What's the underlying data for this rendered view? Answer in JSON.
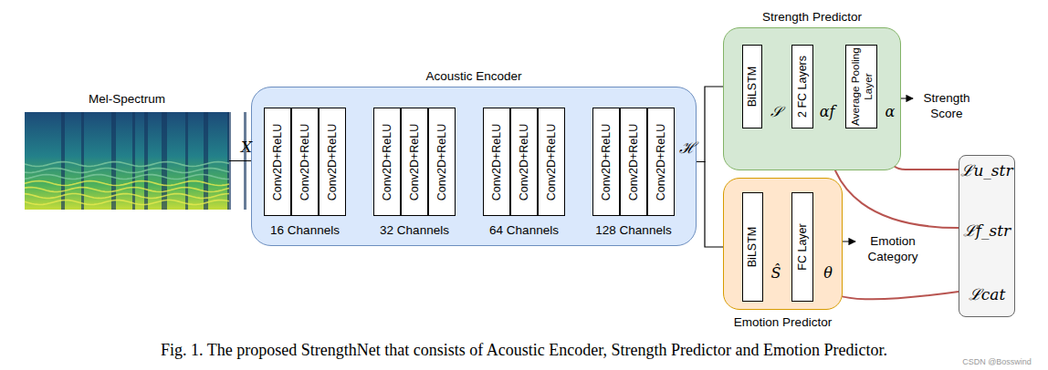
{
  "diagram": {
    "caption": "Fig. 1. The proposed StrengthNet that consists of Acoustic Encoder, Strength Predictor and Emotion Predictor.",
    "nodes": [
      {
        "text": [
          "Mel-Spectrum"
        ]
      },
      {
        "text": [
          "Acoustic Encoder"
        ]
      },
      {
        "text": [
          "16 Channels"
        ],
        "in": 1
      },
      {
        "text": [
          "Conv2D+ReLU"
        ],
        "in": 2
      },
      {
        "text": [
          "Conv2D+ReLU"
        ],
        "in": 2
      },
      {
        "text": [
          "Conv2D+ReLU"
        ],
        "in": 2
      },
      {
        "text": [
          "32 Channels"
        ],
        "in": 1
      },
      {
        "text": [
          "Conv2D+ReLU"
        ],
        "in": 6
      },
      {
        "text": [
          "Conv2D+ReLU"
        ],
        "in": 6
      },
      {
        "text": [
          "Conv2D+ReLU"
        ],
        "in": 6
      },
      {
        "text": [
          "64 Channels"
        ],
        "in": 1
      },
      {
        "text": [
          "Conv2D+ReLU"
        ],
        "in": 10
      },
      {
        "text": [
          "Conv2D+ReLU"
        ],
        "in": 10
      },
      {
        "text": [
          "Conv2D+ReLU"
        ],
        "in": 10
      },
      {
        "text": [
          "128 Channels"
        ],
        "in": 1
      },
      {
        "text": [
          "Conv2D+ReLU"
        ],
        "in": 14
      },
      {
        "text": [
          "Conv2D+ReLU"
        ],
        "in": 14
      },
      {
        "text": [
          "Conv2D+ReLU"
        ],
        "in": 14
      },
      {
        "text": [
          "Strength Predictor"
        ]
      },
      {
        "text": [
          "BiLSTM"
        ],
        "in": 18
      },
      {
        "text": [
          "2 FC Layers"
        ],
        "in": 18
      },
      {
        "text": [
          "Average Pooling Layer"
        ],
        "in": 18
      },
      {
        "text": [
          "Emotion Predictor"
        ]
      },
      {
        "text": [
          "BiLSTM"
        ],
        "in": 22
      },
      {
        "text": [
          "FC Layer"
        ],
        "in": 22
      },
      {
        "text": [
          "ℒu_str",
          "ℒf_str",
          "ℒcat"
        ]
      }
    ],
    "edges": [
      {
        "from": 0,
        "to": 2,
        "arrow": "to",
        "label": "X"
      },
      {
        "from": 2,
        "to": 6,
        "arrow": "to"
      },
      {
        "from": 6,
        "to": 10,
        "arrow": "to"
      },
      {
        "from": 10,
        "to": 14,
        "arrow": "to"
      },
      {
        "from": 14,
        "to": 19,
        "arrow": "to",
        "label": "ℋ"
      },
      {
        "from": 14,
        "to": 23,
        "arrow": "to"
      }
    ],
    "labels": [
      "𝒮",
      "αf",
      "α",
      "Strength Score",
      "Ŝ",
      "θ",
      "Emotion Category",
      "CSDN @Bosswind"
    ]
  }
}
